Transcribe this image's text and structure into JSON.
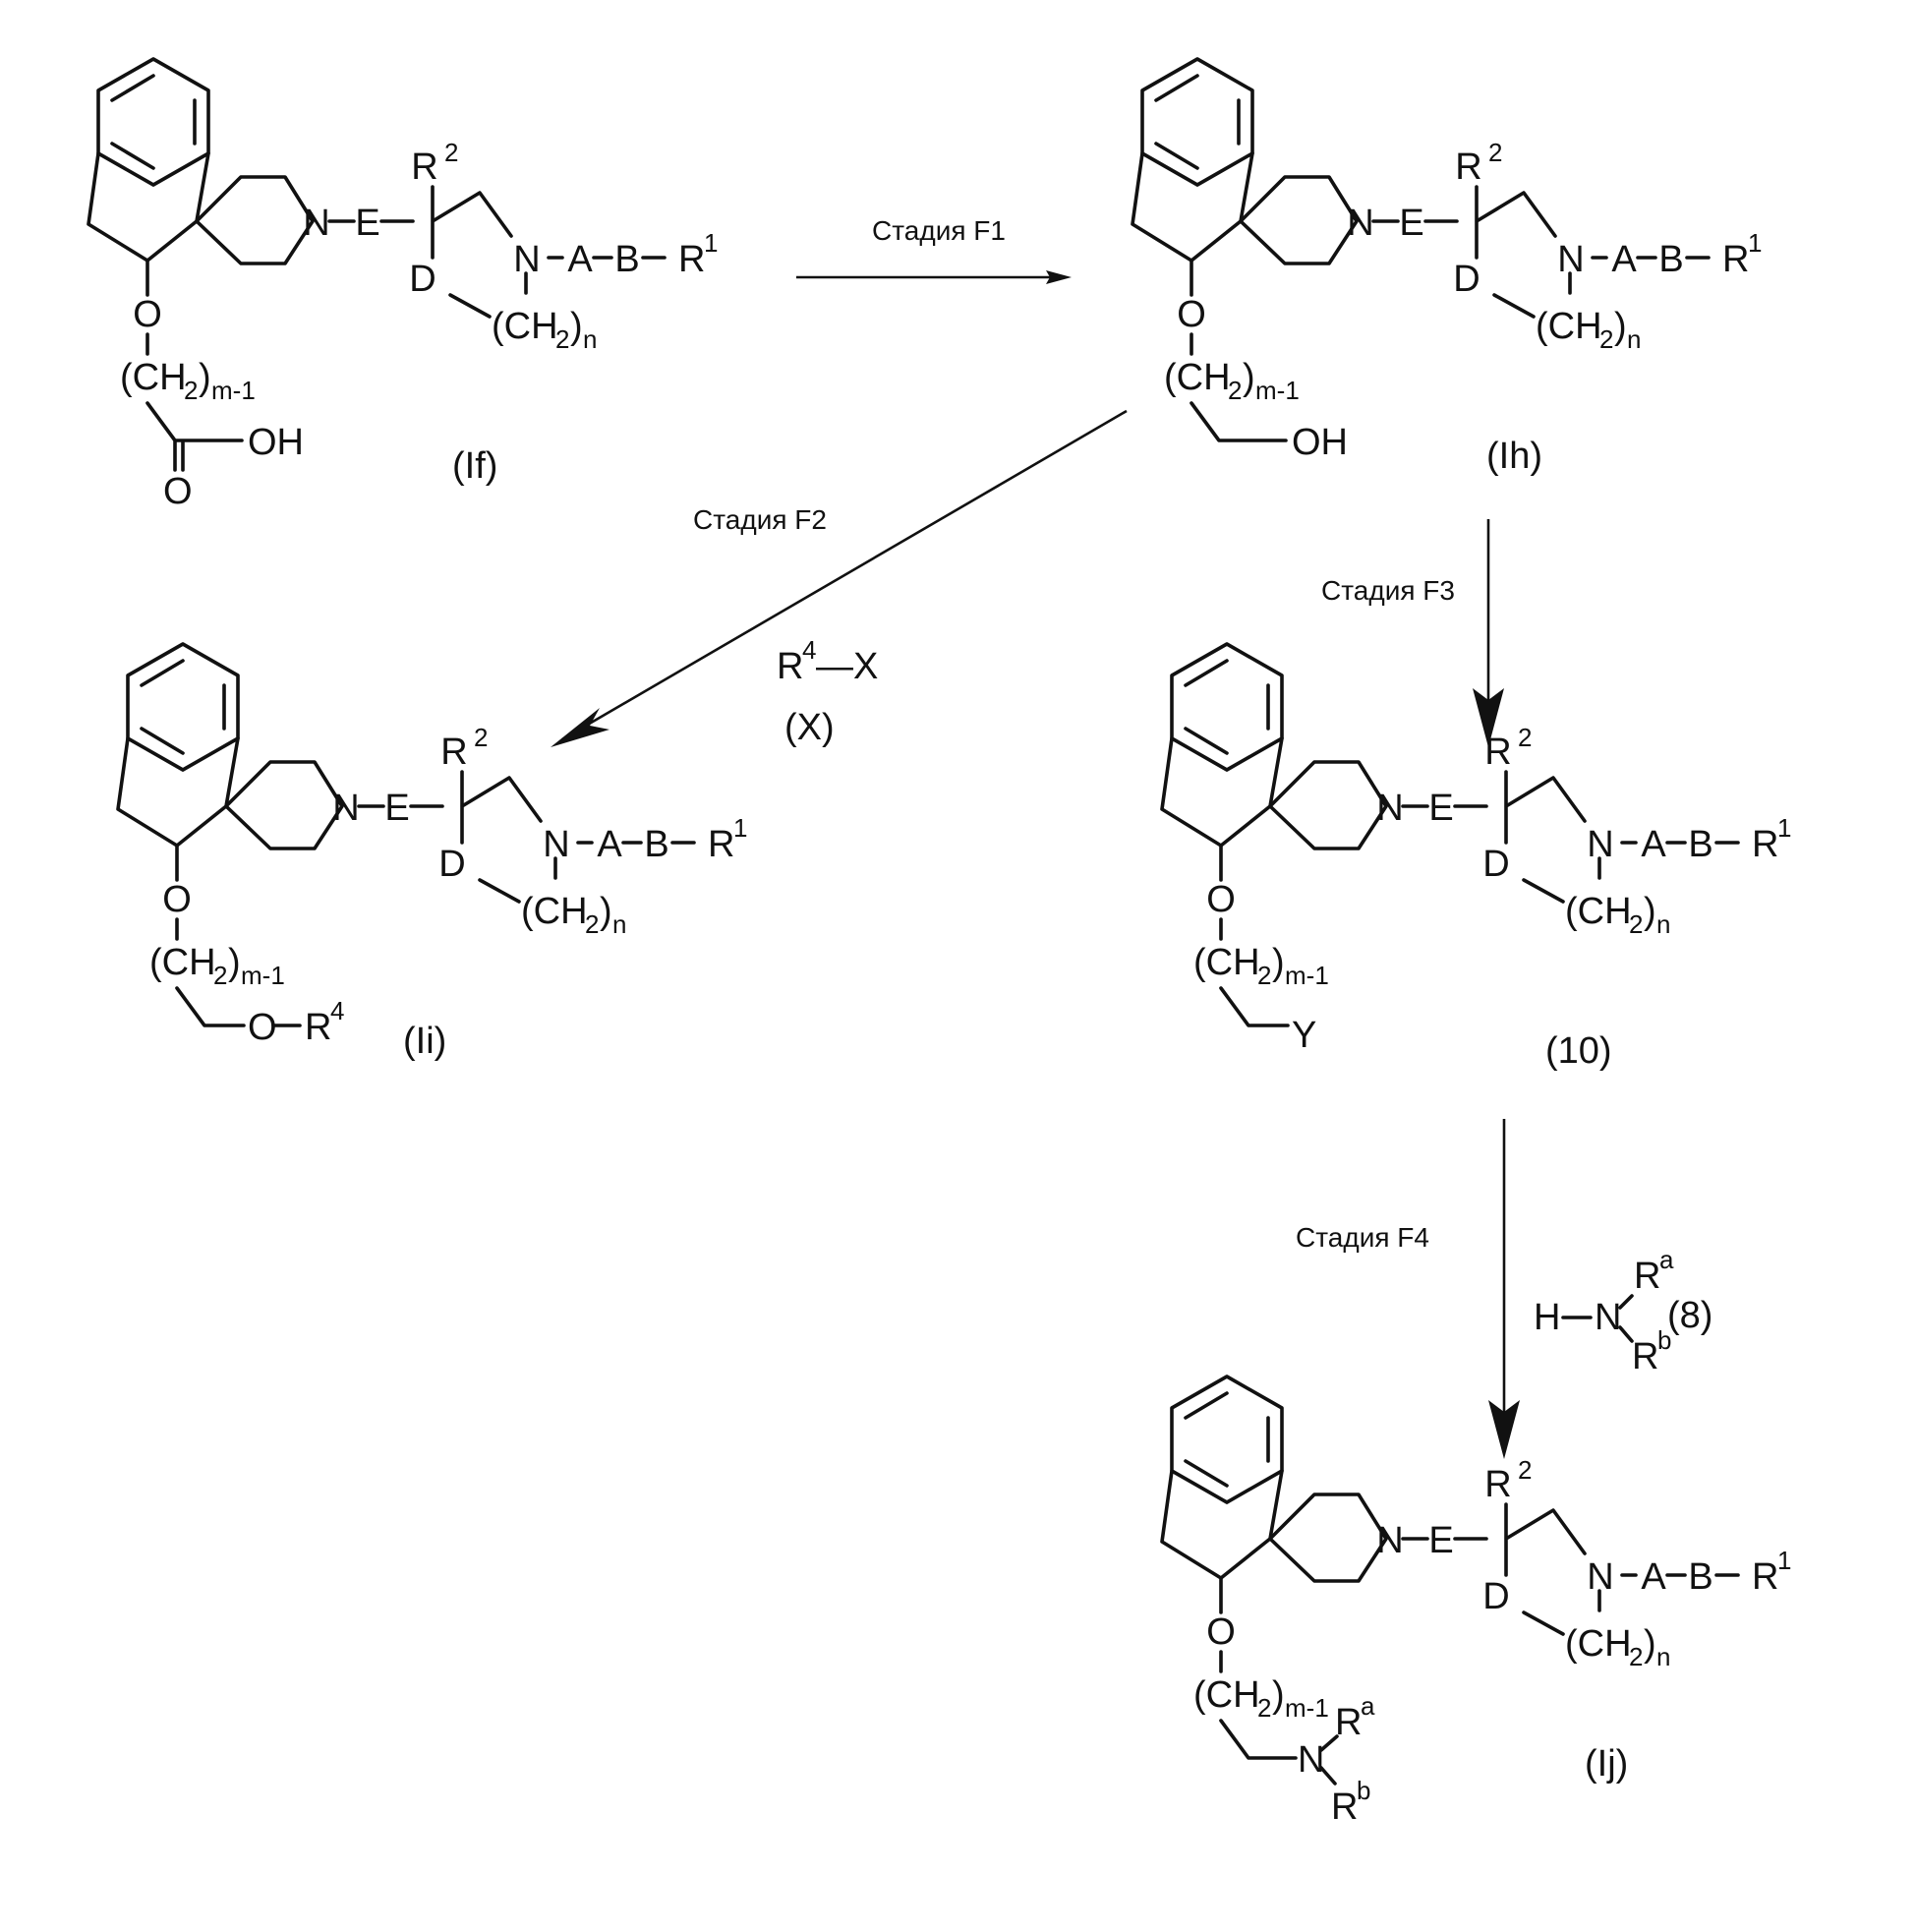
{
  "stages": {
    "f1": "Стадия F1",
    "f2": "Стадия F2",
    "f3": "Стадия F3",
    "f4": "Стадия F4"
  },
  "compounds": {
    "if": "(If)",
    "ih": "(Ih)",
    "ii": "(Ii)",
    "c10": "(10)",
    "ij": "(Ij)"
  },
  "reagents": {
    "f2_formula_base": "R",
    "f2_formula_sup": "4",
    "f2_formula_tail": "—X",
    "f2_id": "(X)",
    "f4_h": "H",
    "f4_n": "N",
    "f4_ra": "R",
    "f4_ra_sup": "a",
    "f4_rb": "R",
    "f4_rb_sup": "b",
    "f4_id": "(8)"
  },
  "atoms": {
    "N": "N",
    "E": "E",
    "A": "A",
    "B": "B",
    "R": "R",
    "D": "D",
    "O": "O",
    "OH": "OH",
    "Y": "Y",
    "sup1": "1",
    "sup2": "2",
    "sup4": "4",
    "supa": "a",
    "supb": "b",
    "ch2_open": "(CH",
    "ch2_close": ")",
    "sub2": "2",
    "sub_n": "n",
    "sub_m1": "m-1"
  }
}
